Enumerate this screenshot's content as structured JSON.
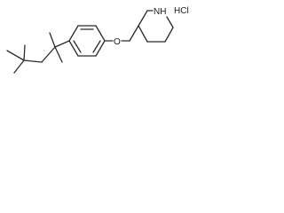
{
  "molecule": {
    "atom_labels": {
      "oxygen": "O",
      "nitrogen_h": "NH",
      "salt": "HCl"
    }
  }
}
